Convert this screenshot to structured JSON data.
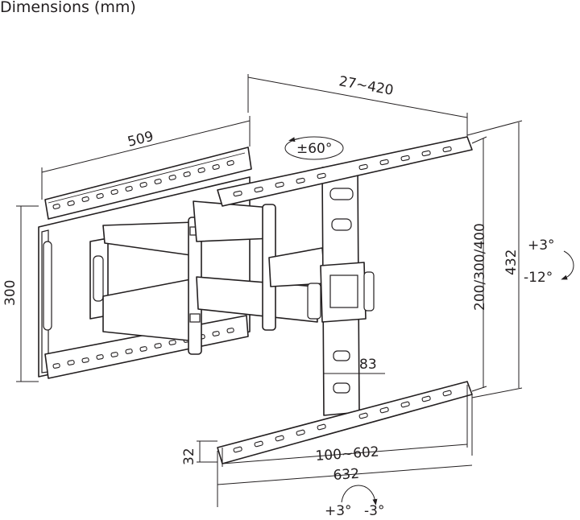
{
  "title": "Dimensions (mm)",
  "dimensions": {
    "wall_plate_width": "509",
    "wall_plate_height": "300",
    "extension": "27~420",
    "swivel": "±60°",
    "vesa_vertical": "200/300/400",
    "overall_height": "432",
    "arm_width": "83",
    "rail_height": "32",
    "vesa_horizontal": "100~602",
    "rail_width": "632",
    "tilt_up": "+3°",
    "tilt_down": "-12°",
    "level_plus": "+3°",
    "level_minus": "-3°"
  }
}
